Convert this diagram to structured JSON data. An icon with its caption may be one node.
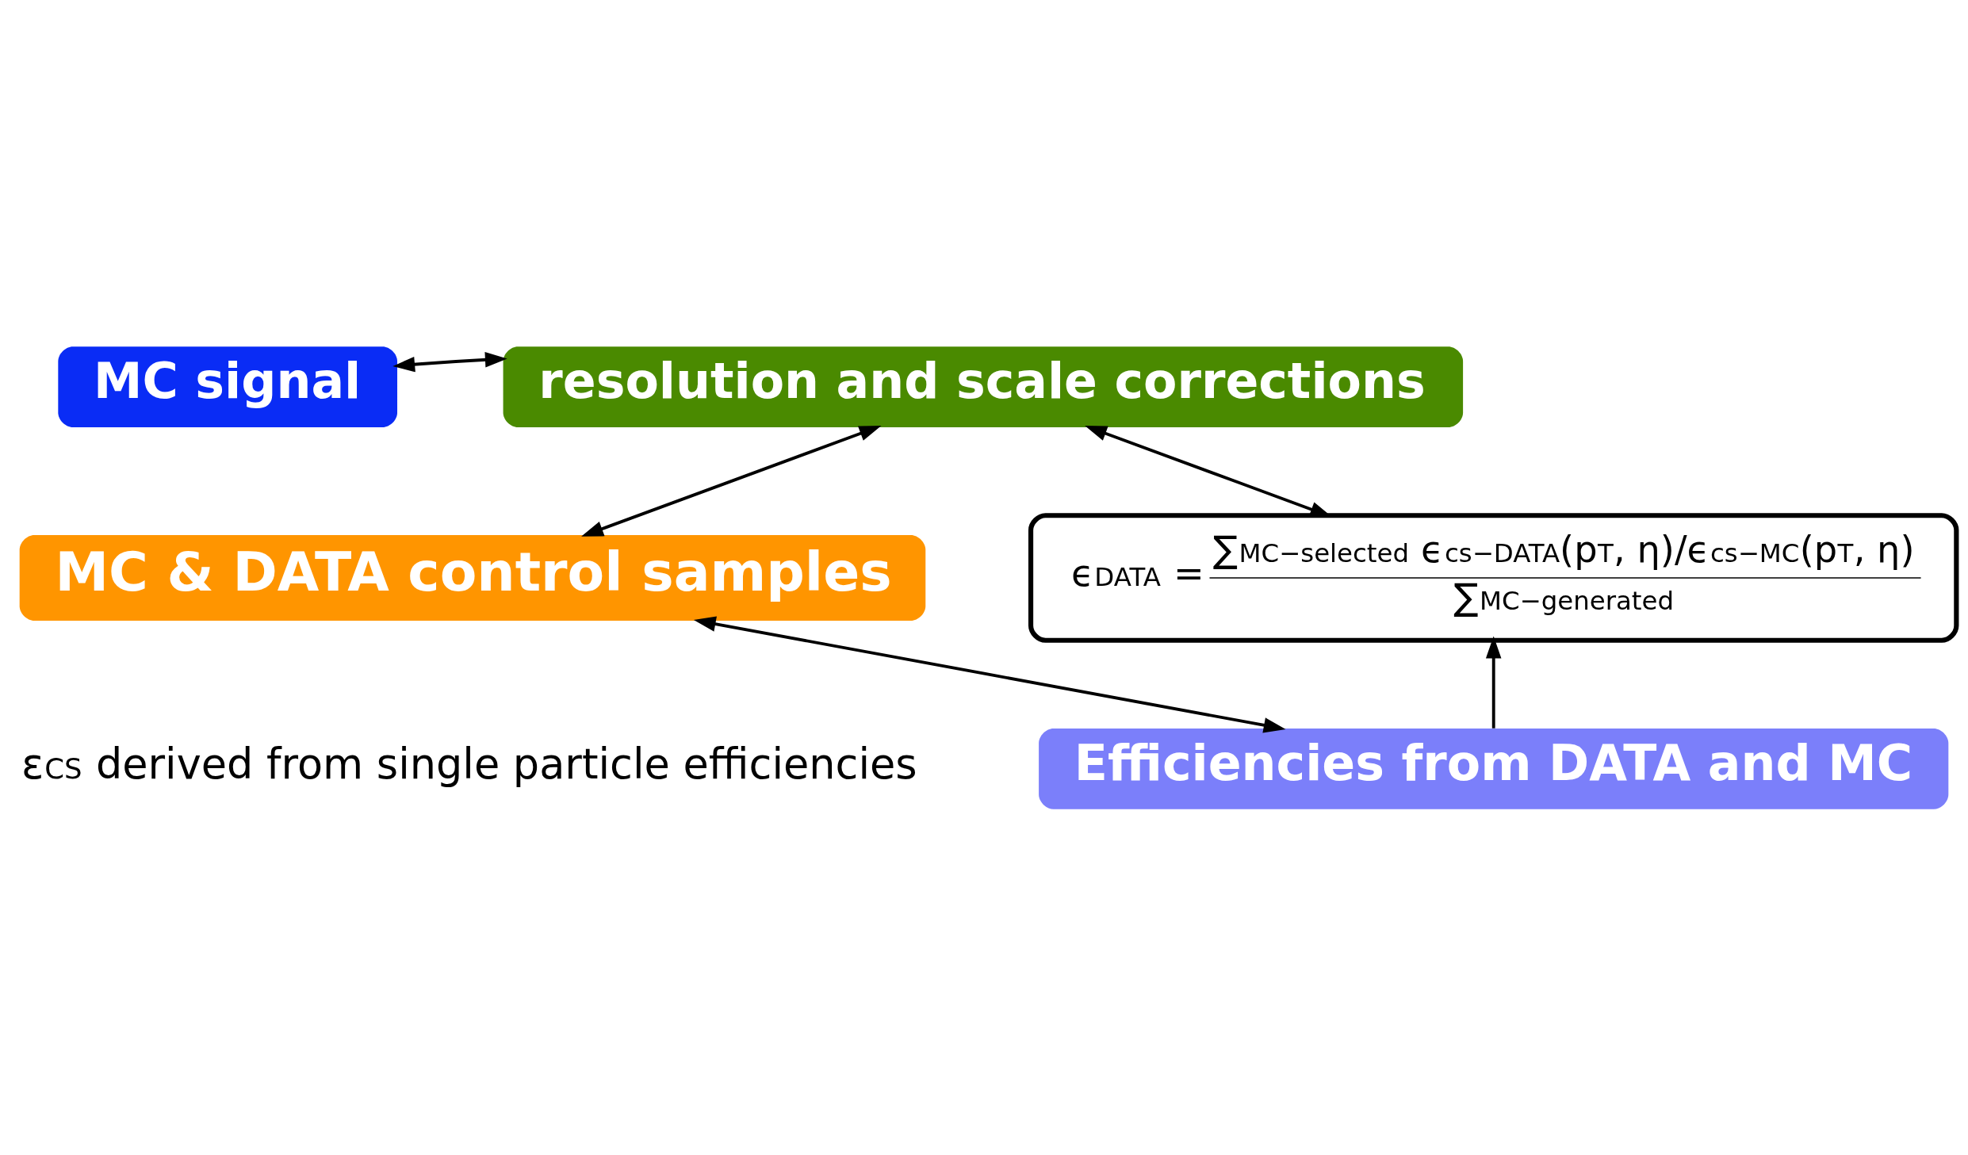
{
  "diagram": {
    "nodes": [
      {
        "text": [
          "MC signal"
        ]
      },
      {
        "text": [
          "resolution and scale corrections"
        ]
      },
      {
        "text": [
          "MC & DATA control samples"
        ]
      },
      {
        "text": [
          "ϵ$_{DATA}$ =",
          "∑$_{MC−selected}$ ϵ$_{cs−DATA}$(p$_{T}$, η)/ϵ$_{cs−MC}$(p$_{T}$, η)",
          "∑$_{MC−generated}$"
        ]
      },
      {
        "text": [
          "Efficiencies from DATA and MC"
        ]
      }
    ],
    "edges": [
      {
        "from": 0,
        "to": 1,
        "arrow": "both"
      },
      {
        "from": 1,
        "to": 2,
        "arrow": "both"
      },
      {
        "from": 1,
        "to": 3,
        "arrow": "both"
      },
      {
        "from": 2,
        "to": 4,
        "arrow": "both"
      },
      {
        "from": 4,
        "to": 3,
        "arrow": "to"
      }
    ],
    "labels": [
      "ε$_{CS}$ derived from single particle efficiencies"
    ]
  }
}
